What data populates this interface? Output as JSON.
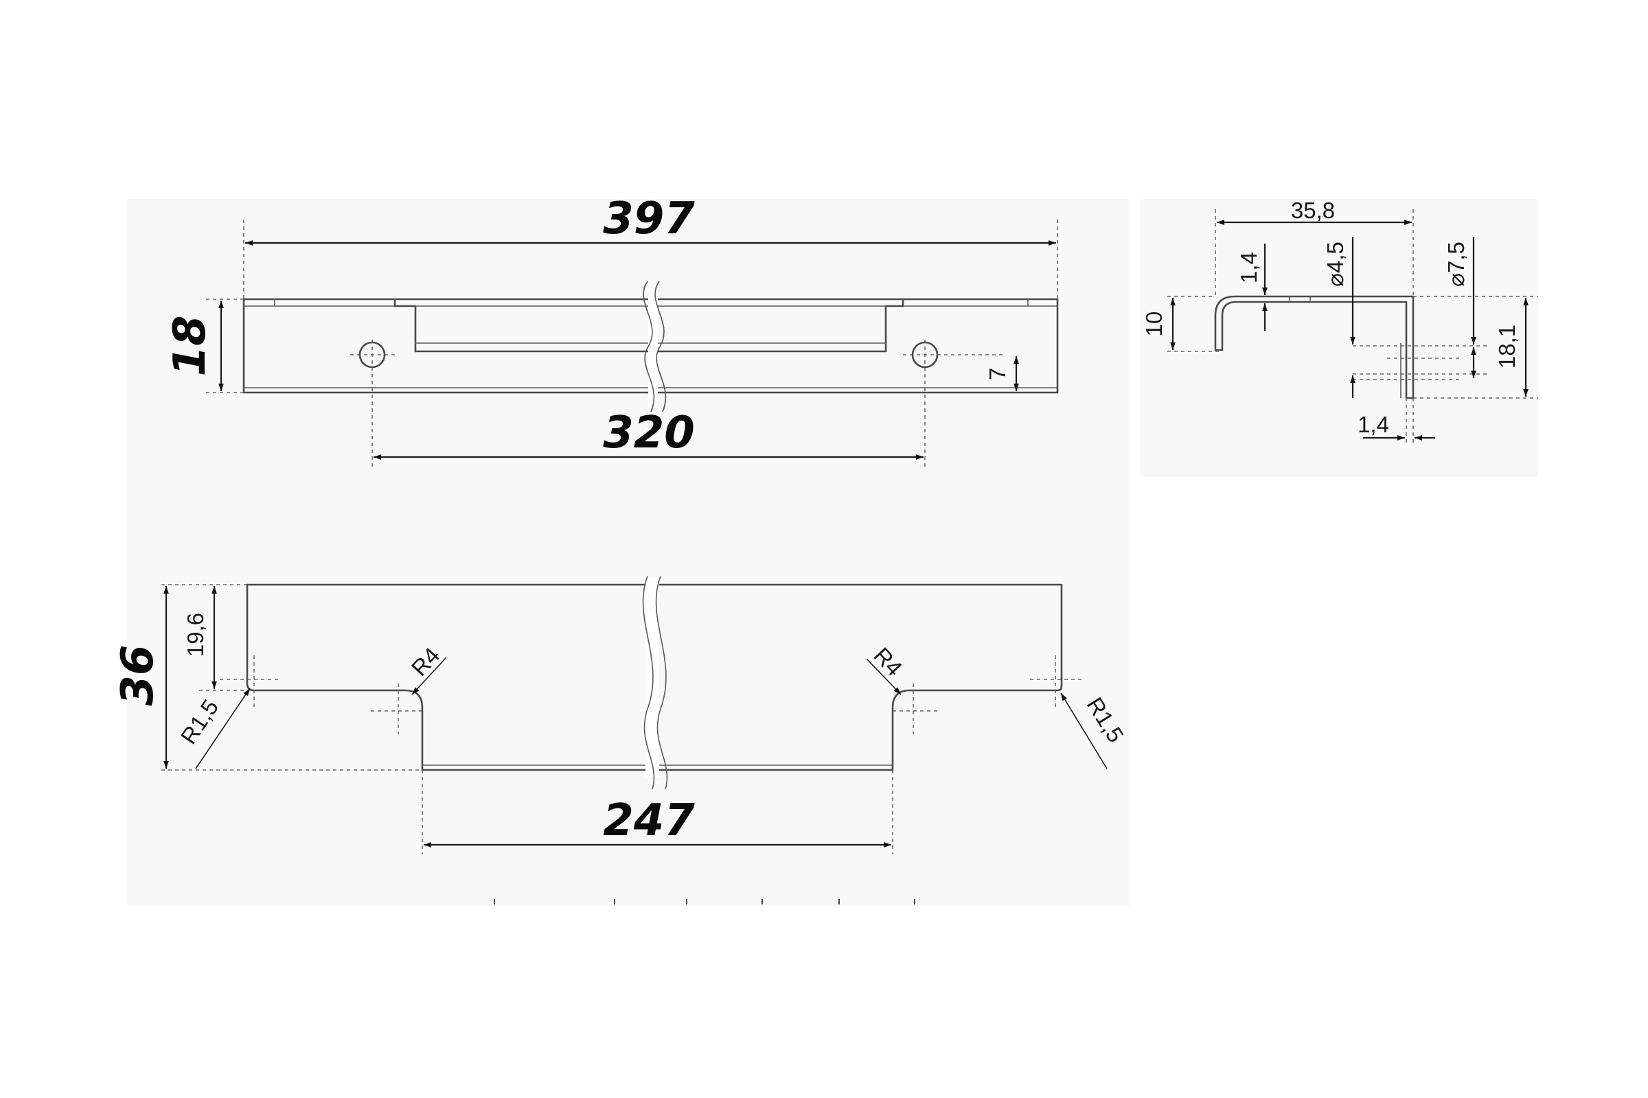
{
  "dimensions": {
    "top_view": {
      "overall_length": "397",
      "height": "18",
      "hole_spacing": "320",
      "hole_offset": "7"
    },
    "side_view": {
      "depth": "35,8",
      "wall_thickness_top": "1,4",
      "hole_diameter_small": "⌀4,5",
      "hole_diameter_large": "⌀7,5",
      "flange_height": "10",
      "total_height": "18,1",
      "wall_thickness_side": "1,4"
    },
    "profile_view": {
      "height": "36",
      "cutout_depth": "19,6",
      "radius_large_left": "R4",
      "radius_large_right": "R4",
      "radius_small_left": "R1,5",
      "radius_small_right": "R1,5",
      "cutout_width": "247"
    }
  }
}
